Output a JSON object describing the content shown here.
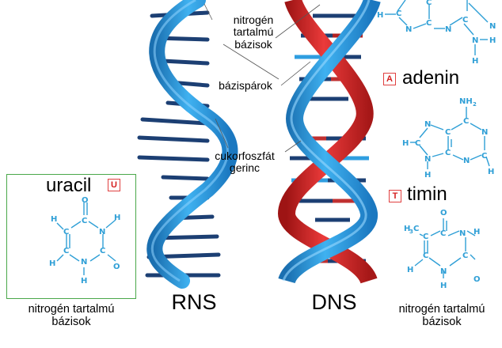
{
  "labels": {
    "nitrogen_bases_top": "nitrogén\ntartalmú\nbázisok",
    "base_pairs": "bázispárok",
    "sugar_phosphate": "cukorfoszfát\ngerinc",
    "rna": "RNS",
    "dna": "DNS",
    "caption_left": "nitrogén tartalmú\nbázisok",
    "caption_right": "nitrogén tartalmú\nbázisok"
  },
  "molecules": {
    "adenine": {
      "name": "adenin",
      "badge": "A"
    },
    "thymine": {
      "name": "timin",
      "badge": "T"
    },
    "uracil": {
      "name": "uracil",
      "badge": "U"
    }
  },
  "atoms": {
    "H": "H",
    "N": "N",
    "C": "C",
    "O": "O",
    "NH2": "NH",
    "two": "2",
    "H3": "3"
  },
  "colors": {
    "strand_blue": "#2f9ee0",
    "strand_red": "#d42a2a",
    "rung_navy": "#1c3f73",
    "chem_blue": "#2f9fd6",
    "box_green": "#4aa84a",
    "badge_red": "#d42020"
  }
}
